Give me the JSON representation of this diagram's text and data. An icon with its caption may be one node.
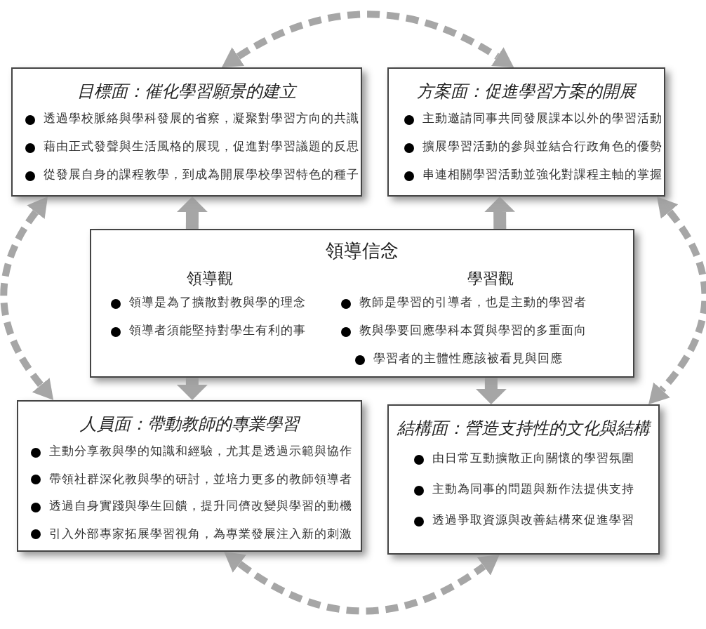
{
  "diagram": {
    "nodes": [
      {
        "text": [
          "目標面：催化學習願景的建立",
          "透過學校脈絡與學科發展的省察，凝聚對學習方向的共識",
          "藉由正式發聲與生活風格的展現，促進對學習議題的反思",
          "從發展自身的課程教學，到成為開展學校學習特色的種子"
        ]
      },
      {
        "text": [
          "方案面：促進學習方案的開展",
          "主動邀請同事共同發展課本以外的學習活動",
          "擴展學習活動的參與並結合行政角色的優勢",
          "串連相關學習活動並強化對課程主軸的掌握"
        ]
      },
      {
        "text": [
          "領導信念",
          "領導觀",
          "領導是為了擴散對教與學的理念",
          "領導者須能堅持對學生有利的事",
          "學習觀",
          "教師是學習的引導者，也是主動的學習者",
          "教與學要回應學科本質與學習的多重面向",
          "學習者的主體性應該被看見與回應"
        ]
      },
      {
        "text": [
          "人員面：帶動教師的專業學習",
          "主動分享教與學的知識和經驗，尤其是透過示範與協作",
          "帶領社群深化教與學的研討，並培力更多的教師領導者",
          "透過自身實踐與學生回饋，提升同儕改變與學習的動機",
          "引入外部專家拓展學習視角，為專業發展注入新的刺激"
        ]
      },
      {
        "text": [
          "結構面：營造支持性的文化與結構",
          "由日常互動擴散正向關懷的學習氛圍",
          "主動為同事的問題與新作法提供支持",
          "透過爭取資源與改善結構來促進學習"
        ]
      }
    ],
    "edges": [
      {
        "from": 2,
        "to": 0,
        "arrow": "to",
        "style": "thick"
      },
      {
        "from": 2,
        "to": 1,
        "arrow": "to",
        "style": "thick"
      },
      {
        "from": 2,
        "to": 3,
        "arrow": "to",
        "style": "thick"
      },
      {
        "from": 2,
        "to": 4,
        "arrow": "to",
        "style": "thick"
      },
      {
        "from": 0,
        "to": 1,
        "arrow": "both",
        "style": "dashed"
      },
      {
        "from": 0,
        "to": 3,
        "arrow": "both",
        "style": "dashed"
      },
      {
        "from": 1,
        "to": 4,
        "arrow": "both",
        "style": "dashed"
      },
      {
        "from": 3,
        "to": 4,
        "arrow": "both",
        "style": "dashed"
      }
    ]
  }
}
